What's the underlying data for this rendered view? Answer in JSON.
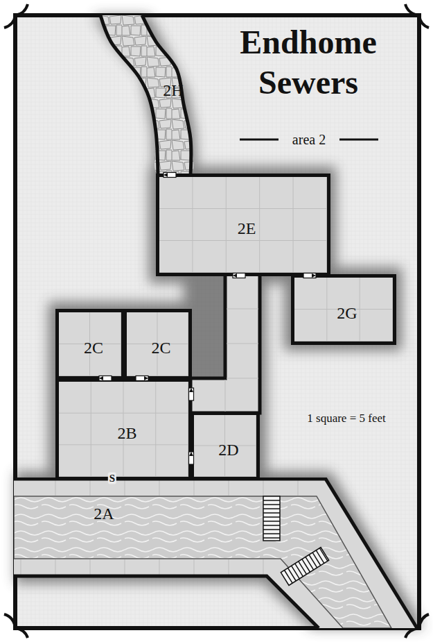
{
  "diagram": {
    "title": "Endhome Sewers",
    "nodes": [
      {
        "text": [
          "2H"
        ]
      },
      {
        "text": [
          "2E"
        ]
      },
      {
        "text": [
          "2G"
        ]
      },
      {
        "text": [
          "2C"
        ]
      },
      {
        "text": [
          "2C"
        ]
      },
      {
        "text": [
          "2B"
        ]
      },
      {
        "text": [
          "2D"
        ]
      },
      {
        "text": [
          "2A"
        ]
      }
    ],
    "labels": [
      "area 2",
      "S",
      "1 square = 5 feet"
    ]
  }
}
